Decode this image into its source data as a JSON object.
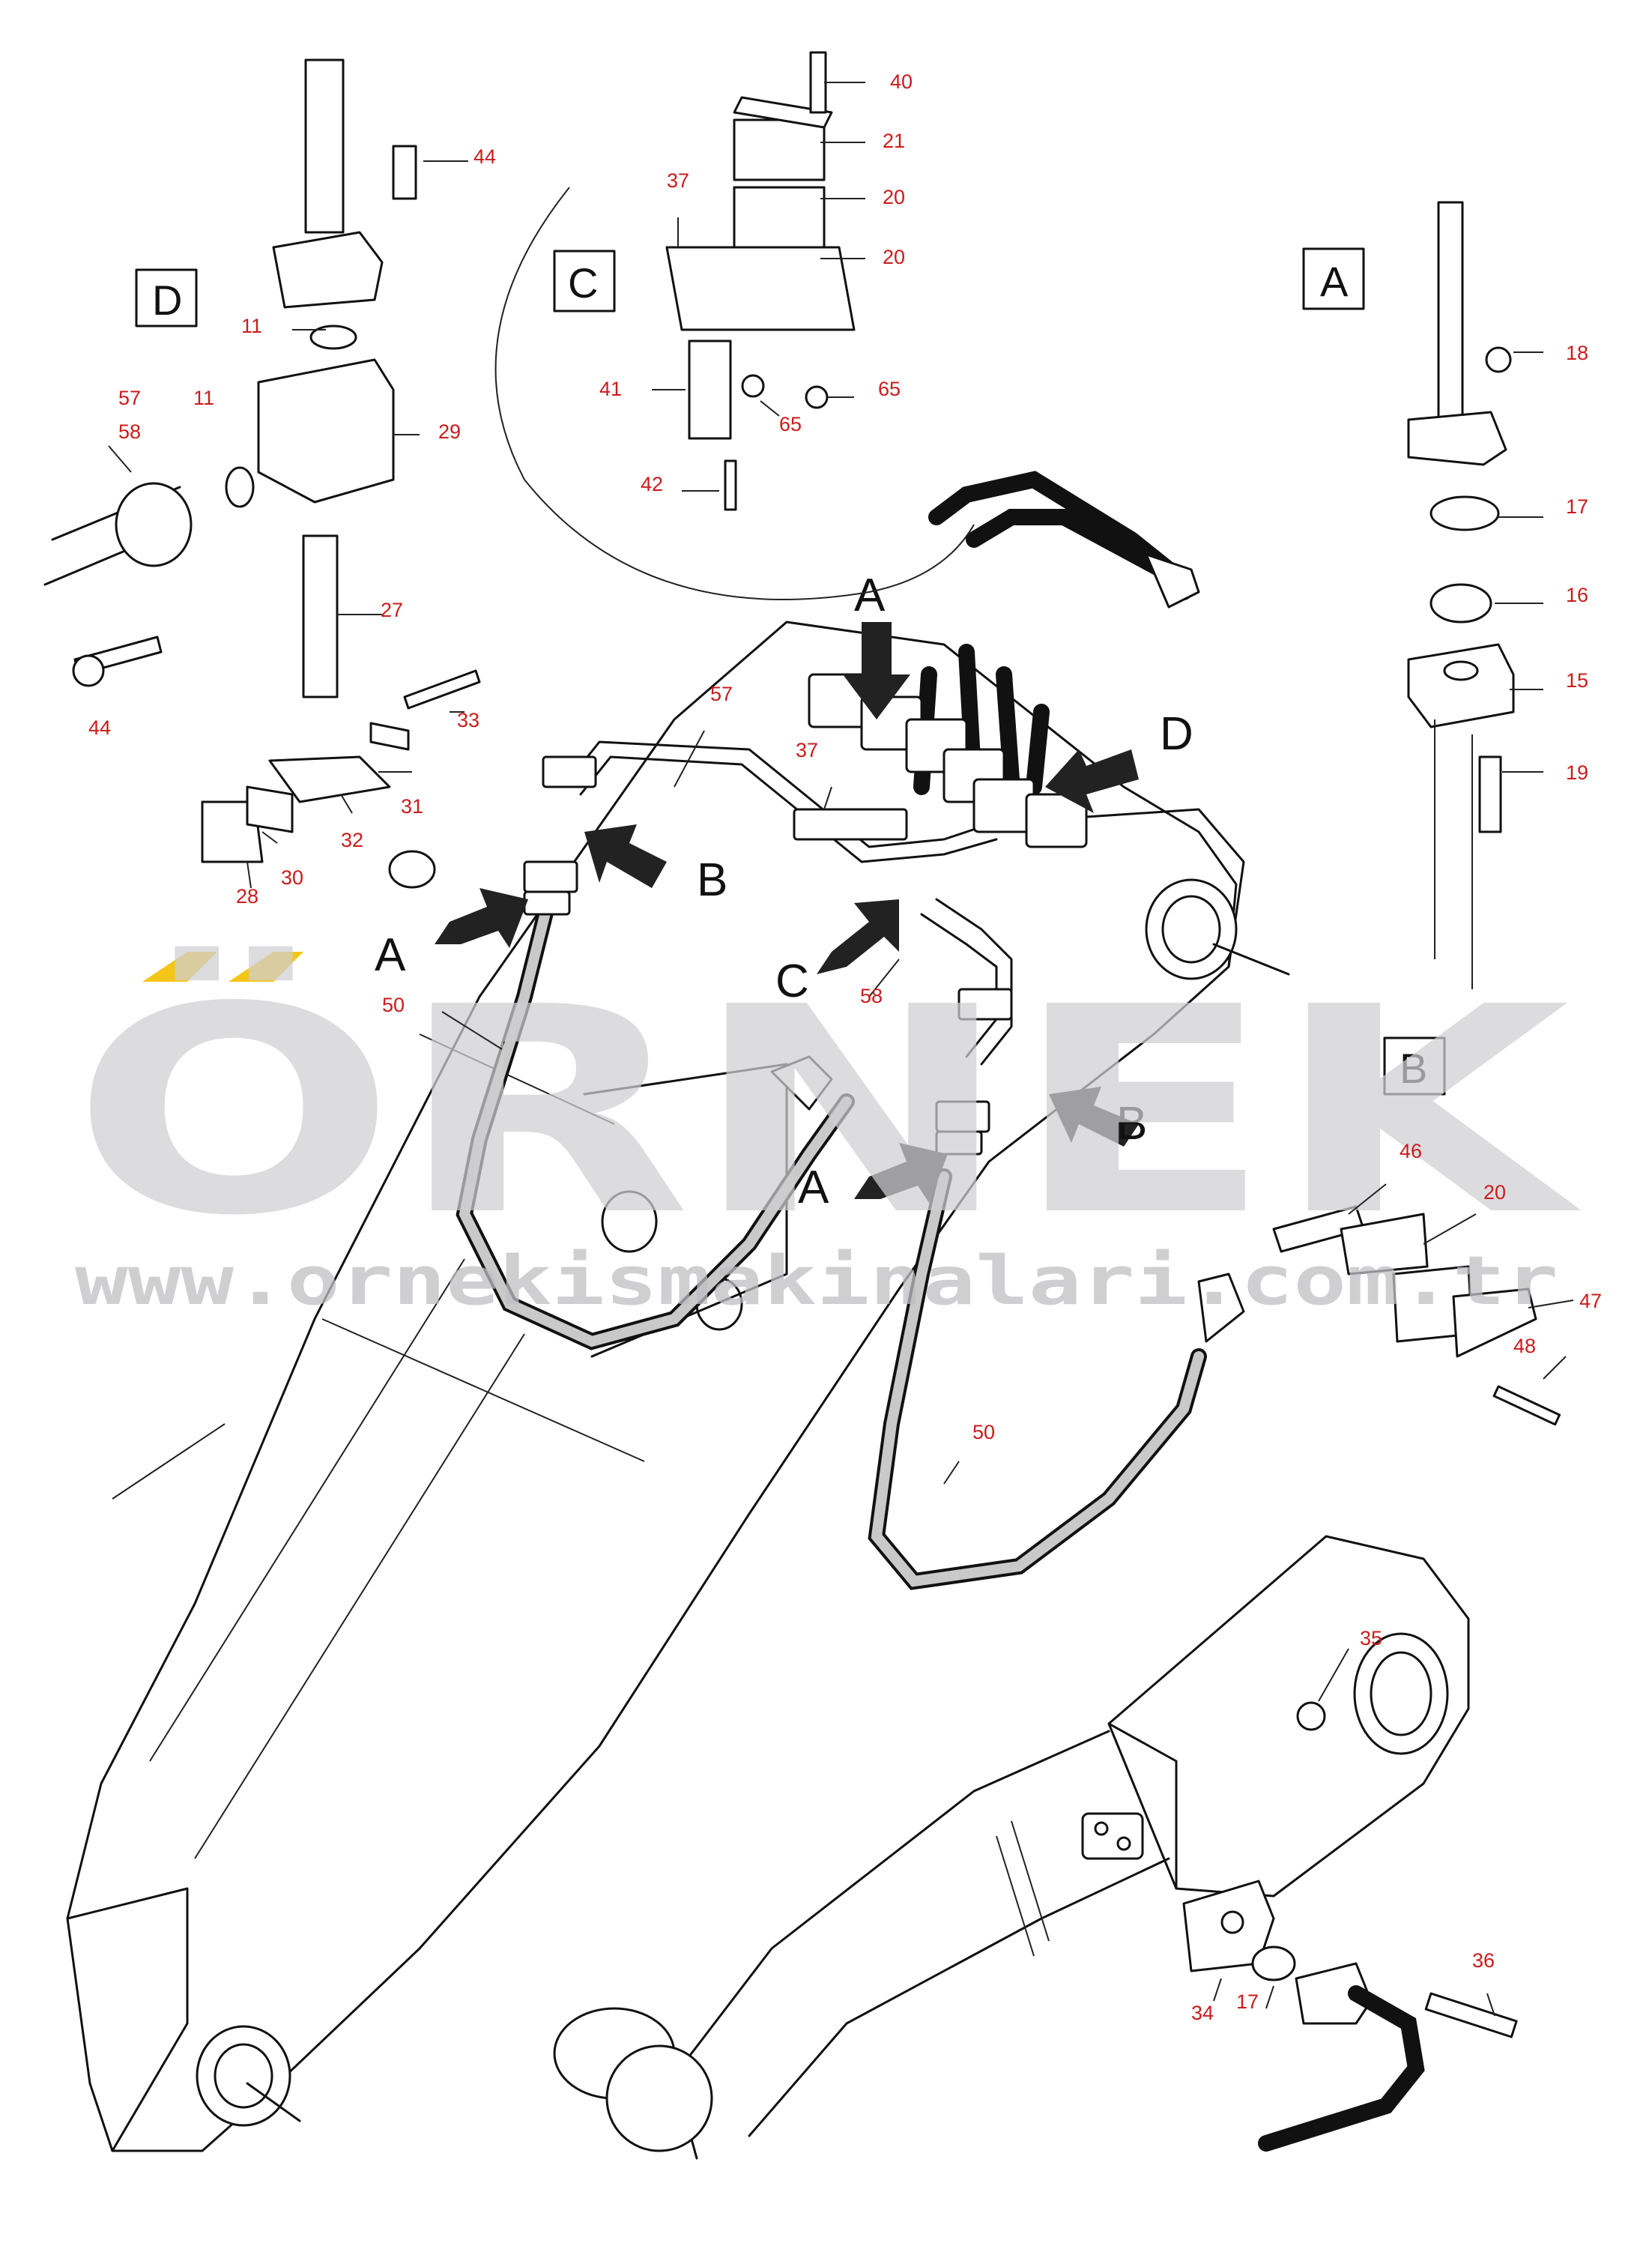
{
  "view_boxes": {
    "A": "A",
    "B": "B",
    "C": "C",
    "D": "D"
  },
  "direction_labels": {
    "A": "A",
    "B": "B",
    "C": "C",
    "D": "D"
  },
  "callouts": [
    "44",
    "11",
    "57",
    "58",
    "11",
    "29",
    "27",
    "44",
    "33",
    "31",
    "32",
    "30",
    "28",
    "40",
    "21",
    "20",
    "20",
    "37",
    "41",
    "65",
    "65",
    "42",
    "18",
    "17",
    "16",
    "15",
    "19",
    "57",
    "37",
    "58",
    "50",
    "50",
    "46",
    "20",
    "47",
    "48",
    "35",
    "36",
    "34",
    "17"
  ],
  "watermark": {
    "brand": "ÖRNEK",
    "url": "www.ornekismakinalari.com.tr",
    "accent_color": "#f5c518"
  },
  "colors": {
    "line": "#111111",
    "callout": "#cc1b1b",
    "arrow": "#222222"
  }
}
